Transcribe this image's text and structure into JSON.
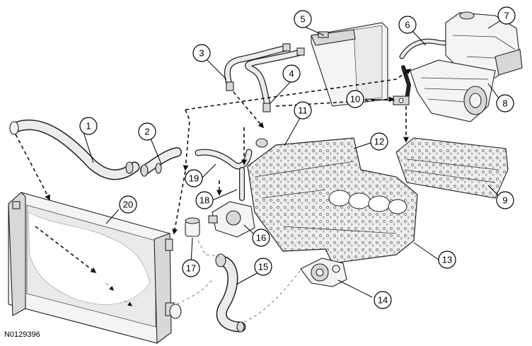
{
  "figure_id": "N0129396",
  "callouts": [
    {
      "number": "1"
    },
    {
      "number": "2"
    },
    {
      "number": "3"
    },
    {
      "number": "4"
    },
    {
      "number": "5"
    },
    {
      "number": "6"
    },
    {
      "number": "7"
    },
    {
      "number": "8"
    },
    {
      "number": "9"
    },
    {
      "number": "10"
    },
    {
      "number": "11"
    },
    {
      "number": "12"
    },
    {
      "number": "13"
    },
    {
      "number": "14"
    },
    {
      "number": "15"
    },
    {
      "number": "16"
    },
    {
      "number": "17"
    },
    {
      "number": "18"
    },
    {
      "number": "19"
    },
    {
      "number": "20"
    }
  ]
}
